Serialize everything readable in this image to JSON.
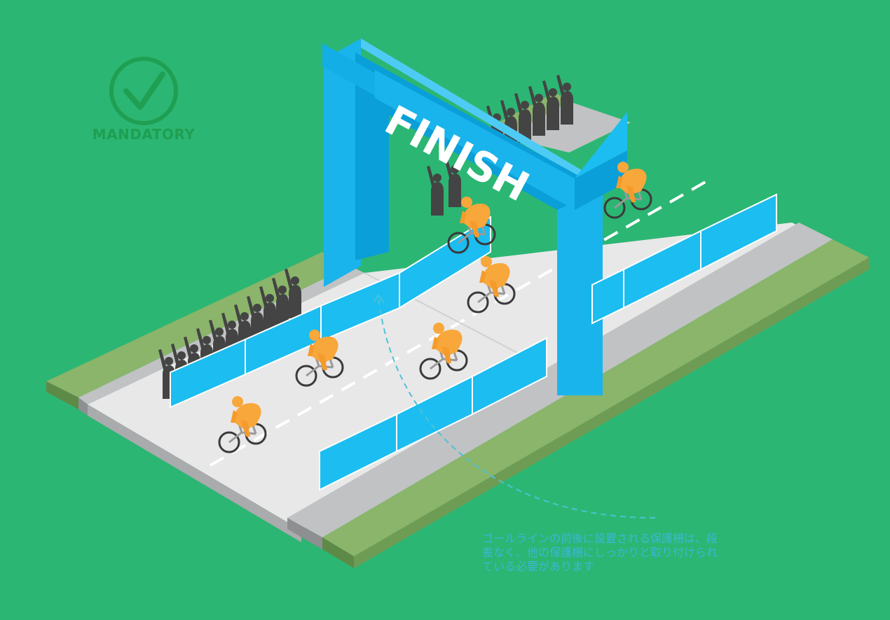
{
  "badge": {
    "icon": "check-circle-icon",
    "label": "MANDATORY",
    "color": "#1f9f52"
  },
  "arch": {
    "text": "FINISH",
    "color": "#1ab4ec"
  },
  "caption": {
    "lines": [
      "ゴールラインの前後に設置される保護柵は、段",
      "差なく、他の保護柵にしっかりと取り付けられ",
      "ている必要があります"
    ],
    "color": "#3bb7d6"
  },
  "colors": {
    "frame": "#2cb673",
    "grass": "#8ab56a",
    "road": "#e8e8e8",
    "barrier": "#1cbdf0",
    "cyclist": "#f8a73a",
    "crowd": "#444444"
  }
}
